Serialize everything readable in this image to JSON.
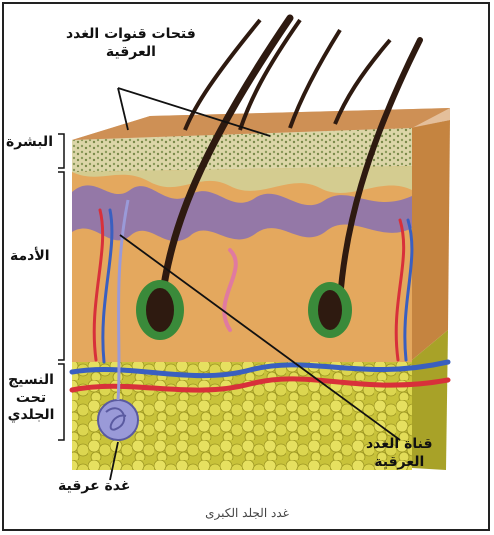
{
  "labels": {
    "pores": [
      "فتحات قنوات الغدد",
      "العرقية"
    ],
    "epidermis": "البشرة",
    "dermis": "الأدمة",
    "subcutaneous": [
      "النسيج",
      "تحت",
      "الجلدي"
    ],
    "sweat_gland": "غدة عرقية",
    "sweat_duct": [
      "قناة الغدد",
      "العرقية"
    ]
  },
  "caption": "غدد الجلد الكبرى",
  "colors": {
    "epidermis_top": "#c98a50",
    "epidermis_layer": "#d9d3a4",
    "dermis": "#e4a85e",
    "dermis_side": "#c58440",
    "fat": "#d6d24a",
    "fat_dark": "#a8a228",
    "artery": "#d8303a",
    "vein": "#3a5fc0",
    "nerve": "#e07aa0",
    "hair": "#2e1a10",
    "follicle_muscle": "#3a8a3a",
    "dermal_papillae": "#6a55b0"
  }
}
